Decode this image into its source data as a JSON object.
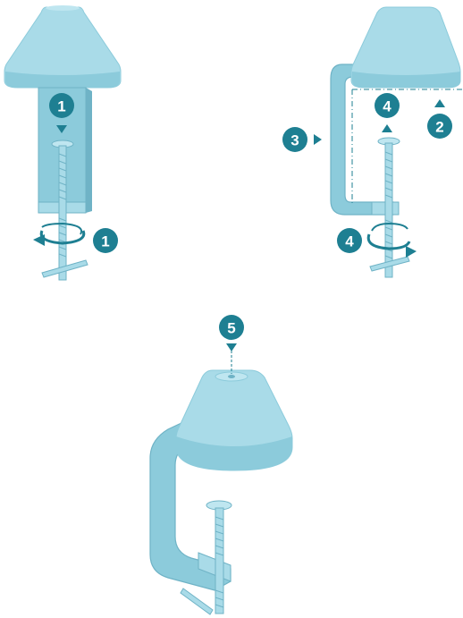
{
  "colors": {
    "teal": "#1e7f92",
    "shade_light": "#a9dbe8",
    "shade_mid": "#8ccbdb",
    "shade_dark": "#6fb3c6",
    "outline": "#5d9eb1"
  },
  "steps": {
    "s1": "1",
    "s2": "2",
    "s3": "3",
    "s4": "4",
    "s5": "5"
  },
  "icons": {
    "arrow": "triangle-pointer",
    "rotate": "curved-rotation-arrow"
  }
}
